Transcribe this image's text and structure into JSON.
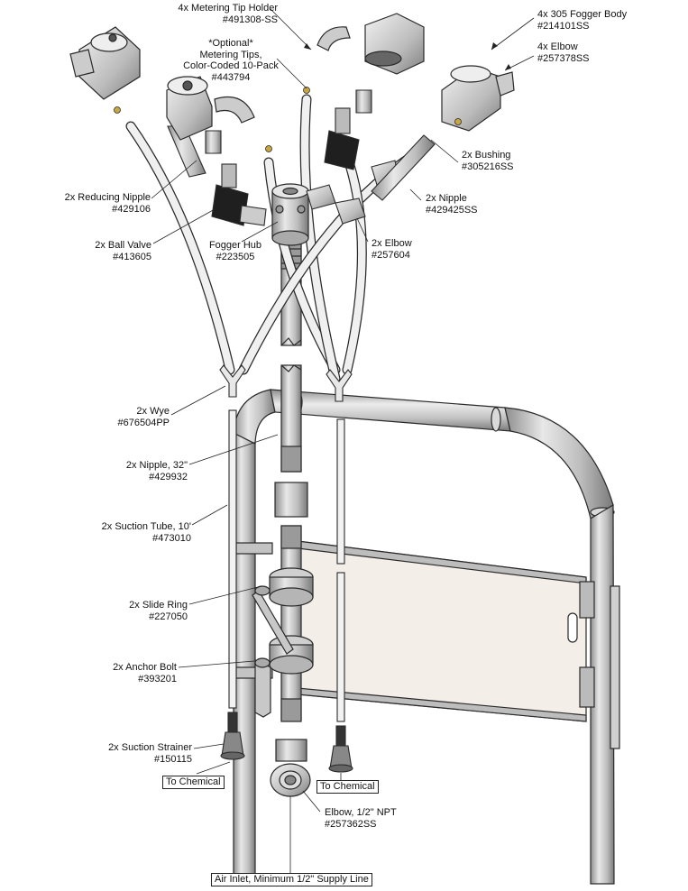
{
  "callouts": {
    "metering_tip_holder": {
      "line1": "4x Metering Tip Holder",
      "line2": "#491308-SS"
    },
    "optional_tips": {
      "line1": "*Optional*",
      "line2": "Metering Tips,",
      "line3": "Color-Coded 10-Pack",
      "line4": "#443794"
    },
    "fogger_body": {
      "line1": "4x 305 Fogger Body",
      "line2": "#214101SS"
    },
    "elbow_top": {
      "line1": "4x Elbow",
      "line2": "#257378SS"
    },
    "bushing": {
      "line1": "2x Bushing",
      "line2": "#305216SS"
    },
    "nipple": {
      "line1": "2x Nipple",
      "line2": "#429425SS"
    },
    "elbow_mid": {
      "line1": "2x Elbow",
      "line2": "#257604"
    },
    "reducing_nipple": {
      "line1": "2x Reducing Nipple",
      "line2": "#429106"
    },
    "ball_valve": {
      "line1": "2x Ball Valve",
      "line2": "#413605"
    },
    "fogger_hub": {
      "line1": "Fogger Hub",
      "line2": "#223505"
    },
    "wye": {
      "line1": "2x Wye",
      "line2": "#676504PP"
    },
    "nipple_32": {
      "line1": "2x Nipple, 32\"",
      "line2": "#429932"
    },
    "suction_tube": {
      "line1": "2x Suction Tube, 10'",
      "line2": "#473010"
    },
    "slide_ring": {
      "line1": "2x Slide Ring",
      "line2": "#227050"
    },
    "anchor_bolt": {
      "line1": "2x Anchor Bolt",
      "line2": "#393201"
    },
    "suction_strainer": {
      "line1": "2x Suction Strainer",
      "line2": "#150115"
    },
    "elbow_npt": {
      "line1": "Elbow, 1/2\" NPT",
      "line2": "#257362SS"
    }
  },
  "boxed_labels": {
    "to_chemical_left": "To Chemical",
    "to_chemical_right": "To Chemical",
    "air_inlet": "Air Inlet, Minimum 1/2\" Supply Line"
  },
  "colors": {
    "outline": "#2a2a2a",
    "metal": "#c9c9c9",
    "tube": "#e6e6e6",
    "panel": "#f3eee8",
    "valve": "#222222",
    "brass": "#c8a640"
  }
}
